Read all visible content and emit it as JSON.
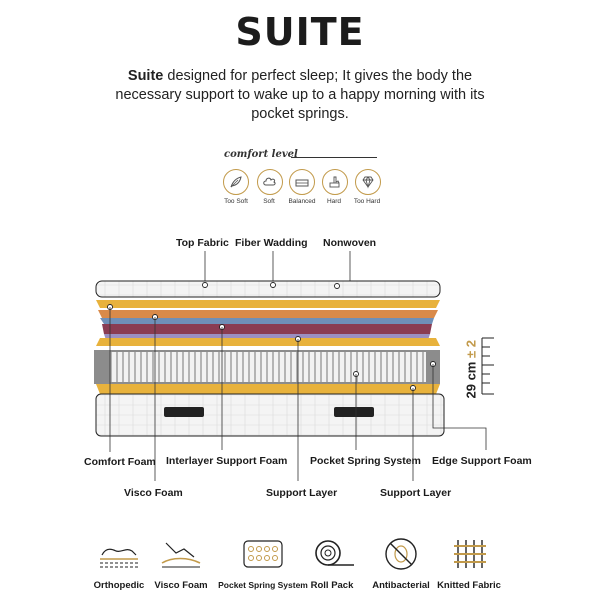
{
  "page": {
    "title": "SUITE",
    "intro_brand": "Suite",
    "intro_text": " designed for perfect sleep; It gives the body the necessary support to wake up to a happy morning with its pocket springs."
  },
  "comfort": {
    "label": "comfort level",
    "levels": [
      {
        "label": "Too Soft",
        "icon": "feather-icon"
      },
      {
        "label": "Soft",
        "icon": "cloud-icon"
      },
      {
        "label": "Balanced",
        "icon": "bed-icon"
      },
      {
        "label": "Hard",
        "icon": "hand-press-icon"
      },
      {
        "label": "Too Hard",
        "icon": "diamond-icon"
      }
    ]
  },
  "layers_top": {
    "top_fabric": "Top Fabric",
    "fiber_wadding": "Fiber Wadding",
    "nonwoven": "Nonwoven"
  },
  "layers_bottom": {
    "comfort_foam": "Comfort Foam",
    "interlayer_support_foam": "Interlayer Support Foam",
    "pocket_spring_system": "Pocket Spring System",
    "edge_support_foam": "Edge Support Foam",
    "visco_foam": "Visco Foam",
    "support_layer_1": "Support Layer",
    "support_layer_2": "Support Layer"
  },
  "height": {
    "value": "29 cm",
    "tolerance": "± 2"
  },
  "features": [
    {
      "label": "Orthopedic",
      "icon": "orthopedic-icon"
    },
    {
      "label": "Visco Foam",
      "icon": "visco-hand-icon"
    },
    {
      "label": "Pocket Spring System",
      "icon": "spring-block-icon"
    },
    {
      "label": "Roll Pack",
      "icon": "roll-pack-icon"
    },
    {
      "label": "Antibacterial",
      "icon": "antibacterial-icon"
    },
    {
      "label": "Knitted Fabric",
      "icon": "knitted-fabric-icon"
    }
  ],
  "colors": {
    "accent_gold": "#c29a4a",
    "foam_yellow": "#e8b23c",
    "layer_orange": "#d98a4a",
    "layer_blue": "#6f8fb8",
    "layer_maroon": "#8a3c52",
    "layer_purple": "#9b8fc0"
  }
}
